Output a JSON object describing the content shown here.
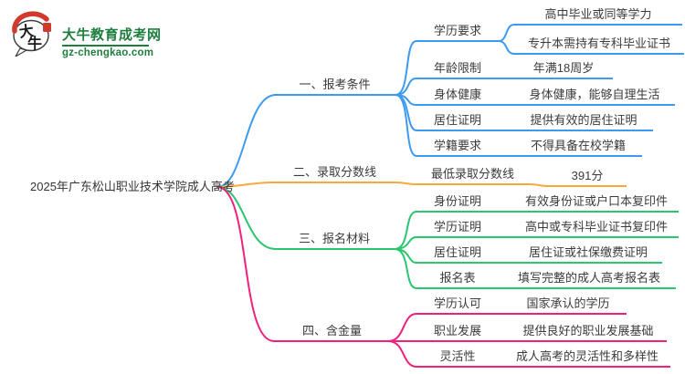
{
  "logo": {
    "mark_text_top": "大",
    "mark_text_bottom": "牛",
    "title": "大牛教育成考网",
    "url": "gz-chengkao.com",
    "green": "#1E7E3E",
    "red": "#CF3A2C"
  },
  "root": {
    "label": "2025年广东松山职业技术学院成人高考"
  },
  "branches": [
    {
      "label": "一、报考条件",
      "color": "#3D9AF0",
      "children": [
        {
          "label": "学历要求",
          "leaves": [
            "高中毕业或同等学力",
            "专升本需持有专科毕业证书"
          ]
        },
        {
          "label": "年龄限制",
          "leaves": [
            "年满18周岁"
          ]
        },
        {
          "label": "身体健康",
          "leaves": [
            "身体健康，能够自理生活"
          ]
        },
        {
          "label": "居住证明",
          "leaves": [
            "提供有效的居住证明"
          ]
        },
        {
          "label": "学籍要求",
          "leaves": [
            "不得具备在校学籍"
          ]
        }
      ]
    },
    {
      "label": "二、录取分数线",
      "color": "#F7A93C",
      "children": [
        {
          "label": "最低录取分数线",
          "leaves": [
            "391分"
          ]
        }
      ]
    },
    {
      "label": "三、报名材料",
      "color": "#2BC56F",
      "children": [
        {
          "label": "身份证明",
          "leaves": [
            "有效身份证或户口本复印件"
          ]
        },
        {
          "label": "学历证明",
          "leaves": [
            "高中或专科毕业证书复印件"
          ]
        },
        {
          "label": "居住证明",
          "leaves": [
            "居住证或社保缴费证明"
          ]
        },
        {
          "label": "报名表",
          "leaves": [
            "填写完整的成人高考报名表"
          ]
        }
      ]
    },
    {
      "label": "四、含金量",
      "color": "#F0217C",
      "children": [
        {
          "label": "学历认可",
          "leaves": [
            "国家承认的学历"
          ]
        },
        {
          "label": "职业发展",
          "leaves": [
            "提供良好的职业发展基础"
          ]
        },
        {
          "label": "灵活性",
          "leaves": [
            "成人高考的灵活性和多样性"
          ]
        }
      ]
    }
  ]
}
